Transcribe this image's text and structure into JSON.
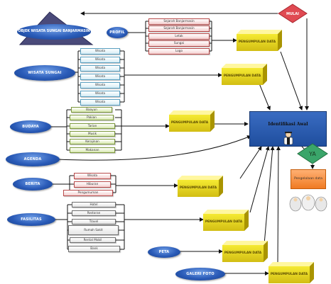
{
  "colors": {
    "oval": "#2a5bb8",
    "cube": "#e8d620",
    "ident": "#1f4e9e",
    "decision": "#e04a52",
    "ya": "#3aa56a",
    "process": "#f07a22"
  },
  "objek": "OBJEK WISATA SUNGAI BANJARMASIN",
  "mulai": "MULAI",
  "identifikasi": "Identifikasi Awal",
  "ya": "YA",
  "pengelolaan": "Pengelolaan data",
  "pengumpulan": "PENGUMPULAN DATA",
  "profil": {
    "label": "PROFIL",
    "items": [
      "Sejarah Banjarmasin",
      "Sejarah Banjarmasin",
      "Letak",
      "Sungai",
      "Logo"
    ]
  },
  "wisata_sungai": {
    "label": "WISATA SUNGAI",
    "items": [
      "Wisata",
      "Wisata",
      "Wisata",
      "Wisata",
      "Wisata",
      "Wisata",
      "Wisata"
    ]
  },
  "budaya": {
    "label": "BUDAYA",
    "items": [
      "Baayun",
      "Pakian",
      "Tarian",
      "Musik",
      "Kerajinan",
      "Makanan"
    ]
  },
  "agenda": {
    "label": "AGENDA"
  },
  "berita": {
    "label": "BERITA",
    "items": [
      "Wisata",
      "Hiburan",
      "Pengumuman"
    ]
  },
  "fasilitas": {
    "label": "FASILITAS",
    "items": [
      "Hotel",
      "Restoran",
      "Travel",
      "Rumah Sakit",
      "Rental Mobil",
      "Bank"
    ]
  },
  "peta": {
    "label": "PETA"
  },
  "galeri": {
    "label": "GALERI FOTO"
  }
}
